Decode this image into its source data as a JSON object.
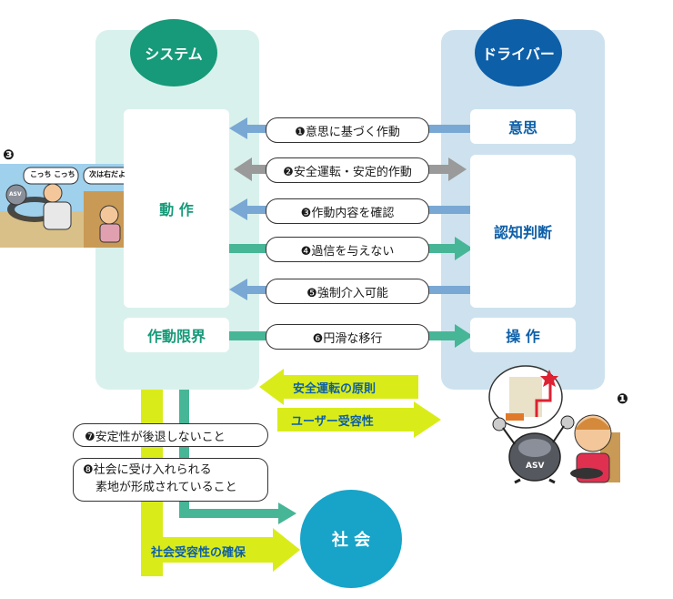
{
  "system": {
    "title": "システム",
    "action": "動 作",
    "limit": "作動限界"
  },
  "driver": {
    "title": "ドライバー",
    "intent": "意思",
    "cognition": "認知判断",
    "operation": "操 作"
  },
  "arrows": [
    {
      "label": "❶意思に基づく作動"
    },
    {
      "label": "❷安全運転・安定的作動"
    },
    {
      "label": "❸作動内容を確認"
    },
    {
      "label": "❹過信を与えない"
    },
    {
      "label": "❺強制介入可能"
    },
    {
      "label": "❻円滑な移行"
    }
  ],
  "principles": {
    "left": "安全運転の原則",
    "right": "ユーザー受容性"
  },
  "conditions": {
    "c7": "❼安定性が後退しないこと",
    "c8_line1": "❽社会に受け入れられる",
    "c8_line2": "素地が形成されていること"
  },
  "society": {
    "label": "社 会",
    "acceptance": "社会受容性の確保"
  },
  "illustrations": {
    "left": {
      "marker": "❸",
      "bubble1": "こっち こっち",
      "bubble2": "次は右だよ",
      "robot_label": "ASV"
    },
    "right": {
      "marker": "❶",
      "robot_label": "ASV"
    }
  },
  "colors": {
    "system_panel": "#d9f1ec",
    "driver_panel": "#cde2ee",
    "system_circle": "#169a79",
    "driver_circle": "#0d5fa8",
    "society_circle": "#17a4c8",
    "blue_arrow": "#7aa8d4",
    "teal_arrow": "#47b697",
    "grey_arrow": "#9a9a9a",
    "yellow": "#d9ec1a"
  }
}
